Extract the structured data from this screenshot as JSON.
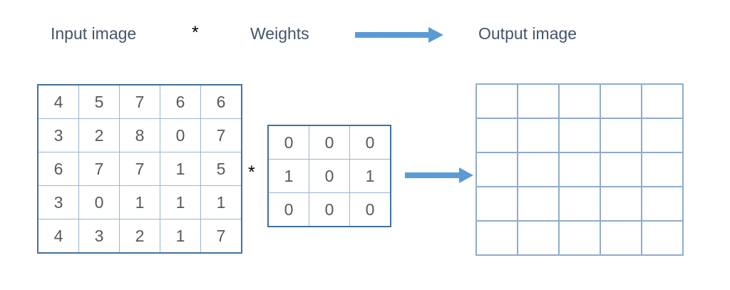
{
  "header": {
    "input_label": "Input image",
    "operator": "*",
    "weights_label": "Weights",
    "output_label": "Output image",
    "arrow_icon": "right-arrow-icon"
  },
  "body": {
    "operator": "*",
    "arrow_icon": "right-arrow-icon"
  },
  "colors": {
    "label_text": "#44546a",
    "cell_text": "#595959",
    "grid_line": "#9cb5d3",
    "grid_outer": "#41719c",
    "arrow": "#5b9bd5",
    "background": "#ffffff"
  },
  "chart_data": {
    "type": "table",
    "title": "Convolution: Input image * Weights -> Output image",
    "xlabel": "",
    "ylabel": "",
    "grids": [
      {
        "name": "input-image",
        "label": "Input image",
        "rows": 5,
        "cols": 5,
        "values": [
          [
            4,
            5,
            7,
            6,
            6
          ],
          [
            3,
            2,
            8,
            0,
            7
          ],
          [
            6,
            7,
            7,
            1,
            5
          ],
          [
            3,
            0,
            1,
            1,
            1
          ],
          [
            4,
            3,
            2,
            1,
            7
          ]
        ]
      },
      {
        "name": "weights-kernel",
        "label": "Weights",
        "rows": 3,
        "cols": 3,
        "values": [
          [
            0,
            0,
            0
          ],
          [
            1,
            0,
            1
          ],
          [
            0,
            0,
            0
          ]
        ]
      },
      {
        "name": "output-image",
        "label": "Output image",
        "rows": 5,
        "cols": 5,
        "values": [
          [
            "",
            "",
            "",
            "",
            ""
          ],
          [
            "",
            "",
            "",
            "",
            ""
          ],
          [
            "",
            "",
            "",
            "",
            ""
          ],
          [
            "",
            "",
            "",
            "",
            ""
          ],
          [
            "",
            "",
            "",
            "",
            ""
          ]
        ]
      }
    ],
    "annotations": [
      "*",
      "*",
      "→",
      "→"
    ],
    "legend": []
  }
}
